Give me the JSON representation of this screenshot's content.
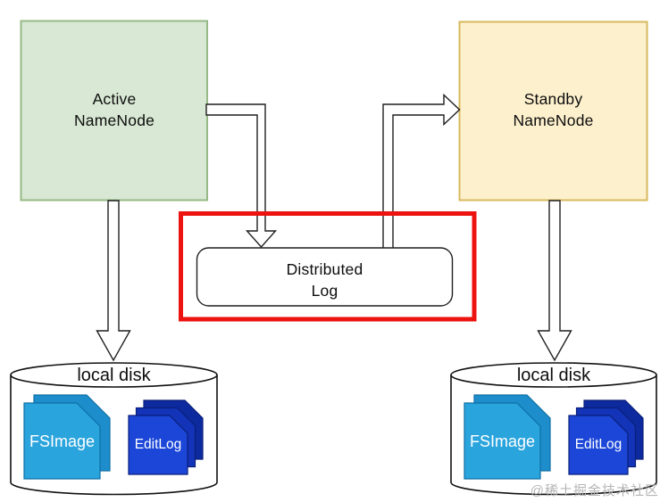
{
  "nodes": {
    "active_namenode": {
      "line1": "Active",
      "line2": "NameNode"
    },
    "standby_namenode": {
      "line1": "Standby",
      "line2": "NameNode"
    },
    "distributed_log": {
      "line1": "Distributed",
      "line2": "Log"
    },
    "left_disk": {
      "label": "local disk",
      "fsimage_label": "FSImage",
      "editlog_label": "EditLog"
    },
    "right_disk": {
      "label": "local disk",
      "fsimage_label": "FSImage",
      "editlog_label": "EditLog"
    }
  },
  "watermark": "@稀土掘金技术社区",
  "colors": {
    "active_fill": "#d8e8d4",
    "active_border": "#96b986",
    "standby_fill": "#fdf0cd",
    "standby_border": "#d7b95d",
    "highlight_red": "#ec1310",
    "shape_line": "#1f1f1f",
    "fsimage_front": "#2aa4dd",
    "fsimage_back": "#1d8ecb",
    "fsimage_stroke": "#0e6fa6",
    "editlog_front": "#1b46d8",
    "editlog_mid": "#1334b8",
    "editlog_back": "#0d2a9e",
    "editlog_stroke": "#0a1f7a"
  }
}
